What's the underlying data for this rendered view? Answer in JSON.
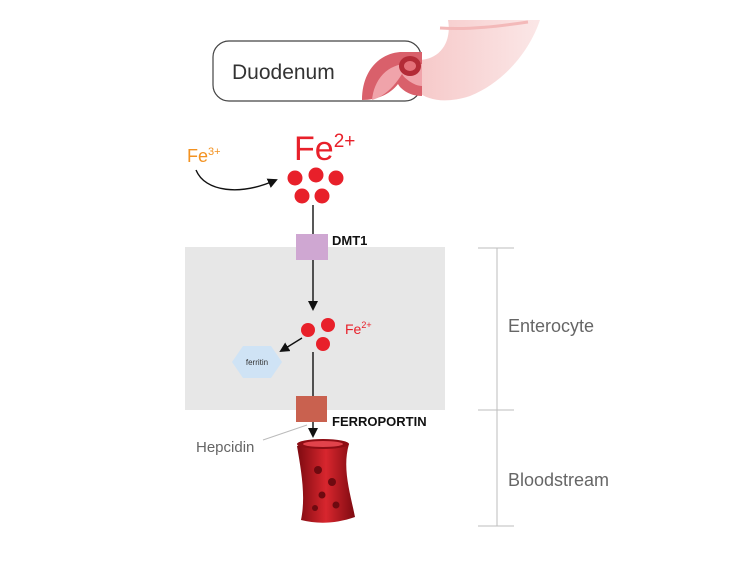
{
  "diagram": {
    "organ_label": "Duodenum",
    "fe3_base": "Fe",
    "fe3_charge": "3+",
    "fe2_base": "Fe",
    "fe2_charge": "2+",
    "fe2_inner_base": "Fe",
    "fe2_inner_charge": "2+",
    "dmt1_label": "DMT1",
    "ferroportin_label": "FERROPORTIN",
    "ferritin_label": "ferritin",
    "hepcidin_label": "Hepcidin",
    "enterocyte_label": "Enterocyte",
    "bloodstream_label": "Bloodstream"
  },
  "colors": {
    "iron_red": "#e8202a",
    "fe3_orange": "#f39221",
    "cell_gray": "#e7e7e7",
    "dmt1_purple": "#cfa7d2",
    "ferroportin_brown": "#c9614f",
    "ferritin_blue": "#cfe3f5",
    "bracket_gray": "#bdbdbd",
    "vessel_red": "#b3121b"
  }
}
